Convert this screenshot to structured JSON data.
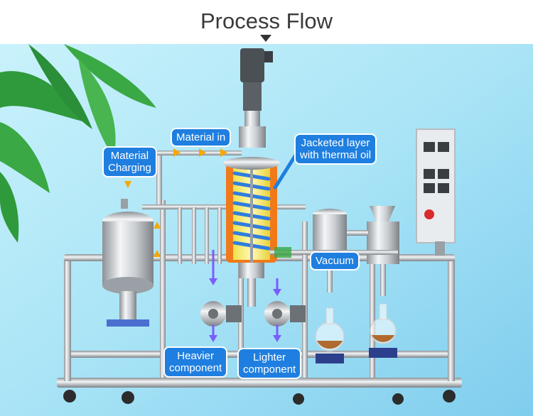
{
  "title": "Process Flow",
  "labels": {
    "material_in": "Material in",
    "material_charging": "Material\nCharging",
    "jacketed_layer": "Jacketed layer\nwith thermal oil",
    "vacuum": "Vacuum",
    "heavier_component": "Heavier\ncomponent",
    "lighter_component": "Lighter\ncomponent"
  },
  "colors": {
    "label_bg": "#1f7fe0",
    "flow_arrow": "#f5a800",
    "jacket": "#f07a1a",
    "coil": "#2f7de0",
    "product": "#b06a30"
  }
}
